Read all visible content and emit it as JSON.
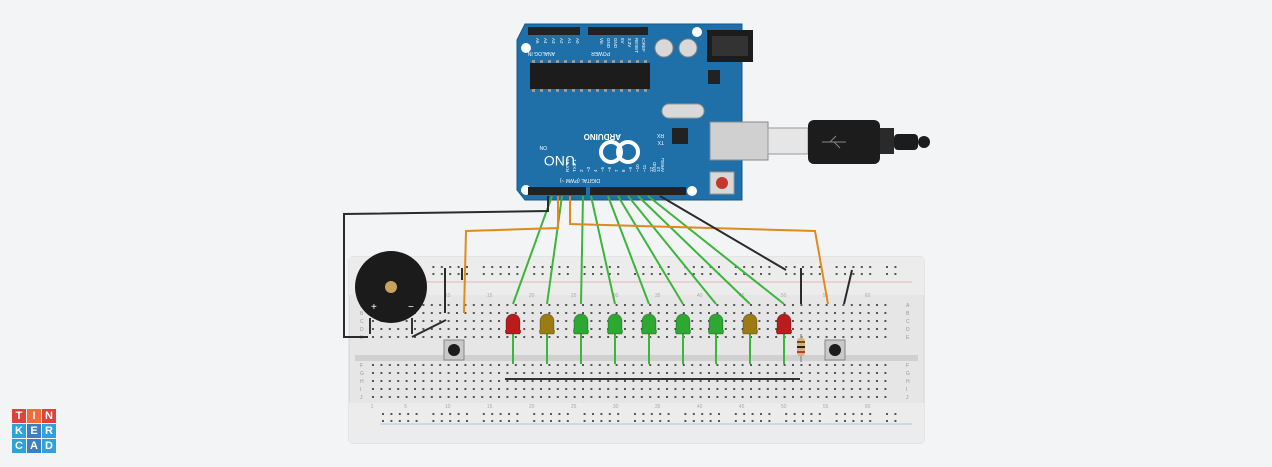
{
  "board": {
    "brand": "ARDUINO",
    "model": "UNO",
    "digital_header": "DIGITAL (PWM ~)",
    "power_header": "POWER",
    "analog_header": "ANALOG IN",
    "on_label": "ON",
    "tx_label": "TX",
    "rx_label": "RX",
    "l_label": "L",
    "aref_label": "AREF",
    "gnd_label": "GND",
    "digital_pins": [
      "13",
      "12",
      "~11",
      "~10",
      "~9",
      "8",
      "7",
      "~6",
      "~5",
      "4",
      "~3",
      "2",
      "TX►1",
      "RX◄0"
    ],
    "power_pins": [
      "IOREF",
      "RESET",
      "3.3V",
      "5V",
      "GND",
      "GND",
      "Vin"
    ],
    "analog_pins": [
      "A0",
      "A1",
      "A2",
      "A3",
      "A4",
      "A5"
    ]
  },
  "breadboard": {
    "row_letters_top": [
      "A",
      "B",
      "C",
      "D",
      "E"
    ],
    "row_letters_bottom": [
      "F",
      "G",
      "H",
      "I",
      "J"
    ],
    "column_numbers": [
      "1",
      "5",
      "10",
      "15",
      "20",
      "25",
      "30",
      "35",
      "40",
      "45",
      "50",
      "55",
      "60"
    ]
  },
  "leds": [
    {
      "color": "#b91c1c",
      "name": "red"
    },
    {
      "color": "#9a7b14",
      "name": "yellow"
    },
    {
      "color": "#2fa833",
      "name": "green"
    },
    {
      "color": "#2fa833",
      "name": "green"
    },
    {
      "color": "#2fa833",
      "name": "green"
    },
    {
      "color": "#2fa833",
      "name": "green"
    },
    {
      "color": "#2fa833",
      "name": "green"
    },
    {
      "color": "#9a7b14",
      "name": "yellow"
    },
    {
      "color": "#b91c1c",
      "name": "red"
    }
  ],
  "colors": {
    "background": "#f3f4f6",
    "board_blue": "#1f6fa8",
    "wire_green": "#3cb53c",
    "wire_orange": "#e08a1e",
    "wire_black": "#2b2b2b",
    "breadboard": "#e8e8e8"
  },
  "logo": {
    "cells": [
      {
        "letter": "T",
        "color": "#e2413b"
      },
      {
        "letter": "I",
        "color": "#f26c3a"
      },
      {
        "letter": "N",
        "color": "#e2413b"
      },
      {
        "letter": "K",
        "color": "#2ea3d9"
      },
      {
        "letter": "E",
        "color": "#3d7fc1"
      },
      {
        "letter": "R",
        "color": "#2ea3d9"
      },
      {
        "letter": "C",
        "color": "#2ea3d9"
      },
      {
        "letter": "A",
        "color": "#3d7fc1"
      },
      {
        "letter": "D",
        "color": "#2ea3d9"
      }
    ]
  }
}
